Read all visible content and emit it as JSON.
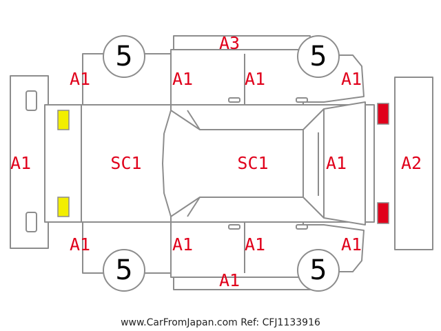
{
  "labels": {
    "top_bumper": "A3",
    "bottom_bumper": "A1",
    "front_fender_top": "A1",
    "front_door_top": "A1",
    "rear_door_top": "A1",
    "rear_fender_top": "A1",
    "front_fender_bottom": "A1",
    "front_door_bottom": "A1",
    "rear_door_bottom": "A1",
    "rear_fender_bottom": "A1",
    "front_panel": "A1",
    "rear_panel": "A2",
    "hood": "SC1",
    "roof": "SC1",
    "rear_hatch": "A1"
  },
  "wheels": {
    "front_top": "5",
    "rear_top": "5",
    "front_bottom": "5",
    "rear_bottom": "5"
  },
  "colors": {
    "code_text": "#e0001b",
    "outline": "#8c8c8c",
    "front_lamps": "#f2ee00",
    "rear_lamps": "#e0001b"
  },
  "footer": "www.CarFromJapan.com Ref: CFJ1133916"
}
